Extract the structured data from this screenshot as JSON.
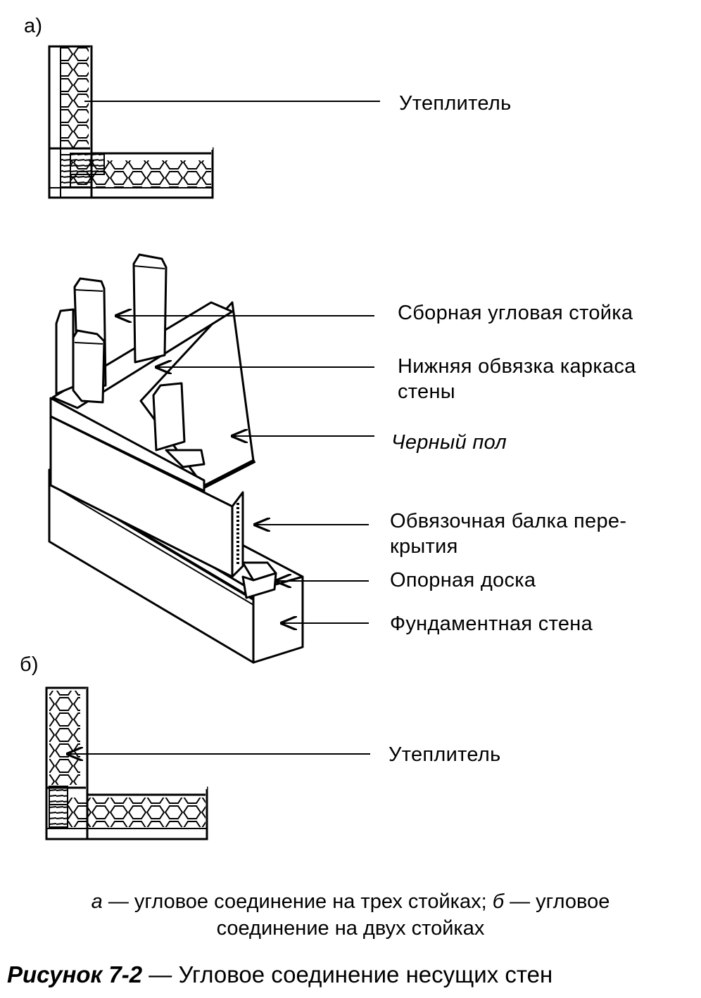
{
  "panel_a": {
    "letter": "а)",
    "insulation_label": "Утеплитель"
  },
  "axonometric": {
    "labels": {
      "corner_post": "Сборная угловая стойка",
      "bottom_plate_line1": "Нижняя обвязка каркаса",
      "bottom_plate_line2": "стены",
      "subfloor": "Черный пол",
      "rim_joist_line1": "Обвязочная балка пере-",
      "rim_joist_line2": "крытия",
      "sill_plate": "Опорная доска",
      "foundation_wall": "Фундаментная стена"
    }
  },
  "panel_b": {
    "letter": "б)",
    "insulation_label": "Утеплитель"
  },
  "caption": {
    "a_letter": "а",
    "a_text": " — угловое соединение на трех стойках; ",
    "b_letter": "б",
    "b_text_line1": " — угловое",
    "line2": "соединение на двух стойках"
  },
  "figure": {
    "number": "Рисунок 7-2",
    "title": " — Угловое соединение несущих стен"
  }
}
